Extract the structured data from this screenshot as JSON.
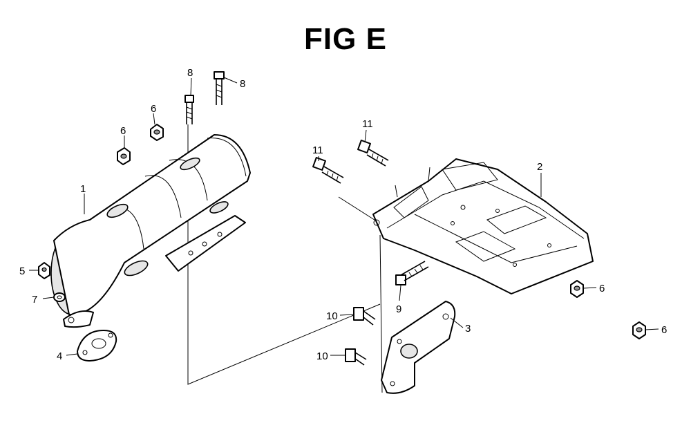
{
  "title": "FIG E",
  "callouts": {
    "c1": "1",
    "c2": "2",
    "c3": "3",
    "c4": "4",
    "c5": "5",
    "c6a": "6",
    "c6b": "6",
    "c6c": "6",
    "c6d": "6",
    "c7": "7",
    "c8a": "8",
    "c8b": "8",
    "c9": "9",
    "c10a": "10",
    "c10b": "10",
    "c11a": "11",
    "c11b": "11"
  }
}
